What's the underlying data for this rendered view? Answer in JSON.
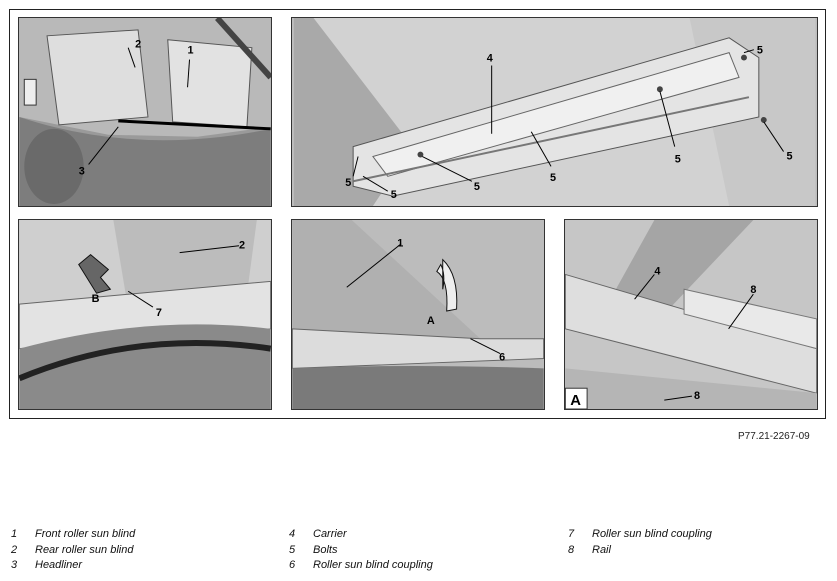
{
  "figure_ref": "P77.21-2267-09",
  "detail_label": "A",
  "callouts": {
    "p1": [
      "2",
      "1",
      "3"
    ],
    "p2": [
      "4",
      "5",
      "5",
      "5",
      "5",
      "5",
      "5",
      "5"
    ],
    "p3": [
      "2",
      "B",
      "7"
    ],
    "p4": [
      "1",
      "A",
      "6"
    ],
    "p5": [
      "4",
      "8",
      "8"
    ]
  },
  "legend": {
    "col1": [
      {
        "num": "1",
        "text": "Front roller sun blind"
      },
      {
        "num": "2",
        "text": "Rear roller sun blind"
      },
      {
        "num": "3",
        "text": "Headliner"
      }
    ],
    "col2": [
      {
        "num": "4",
        "text": "Carrier"
      },
      {
        "num": "5",
        "text": "Bolts"
      },
      {
        "num": "6",
        "text": "Roller sun blind coupling"
      }
    ],
    "col3": [
      {
        "num": "7",
        "text": "Roller sun blind coupling"
      },
      {
        "num": "8",
        "text": "Rail"
      }
    ]
  }
}
